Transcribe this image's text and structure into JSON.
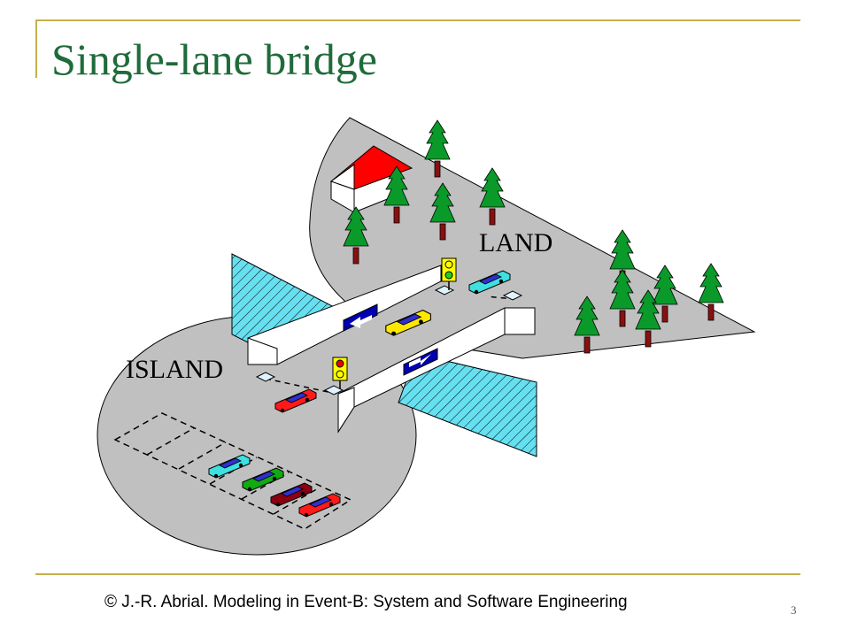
{
  "slide": {
    "title": "Single-lane bridge",
    "footer": "© J.-R. Abrial. Modeling in Event-B: System and Software Engineering",
    "page_number": "3"
  },
  "diagram": {
    "labels": {
      "land": "LAND",
      "island": "ISLAND"
    },
    "colors": {
      "ground": "#c0c0c0",
      "water": "#66e0f0",
      "tree": "#0a9a2a",
      "trunk": "#8a1010",
      "roof": "#ff0000",
      "arrow": "#0000b0"
    },
    "traffic_lights": [
      {
        "location": "land",
        "active": "green"
      },
      {
        "location": "island",
        "active": "red"
      }
    ],
    "cars": {
      "on_bridge": [
        "yellow"
      ],
      "land": [
        "cyan"
      ],
      "island_waiting": [
        "red"
      ],
      "island_parked": [
        "cyan",
        "green",
        "darkred",
        "red"
      ]
    }
  }
}
